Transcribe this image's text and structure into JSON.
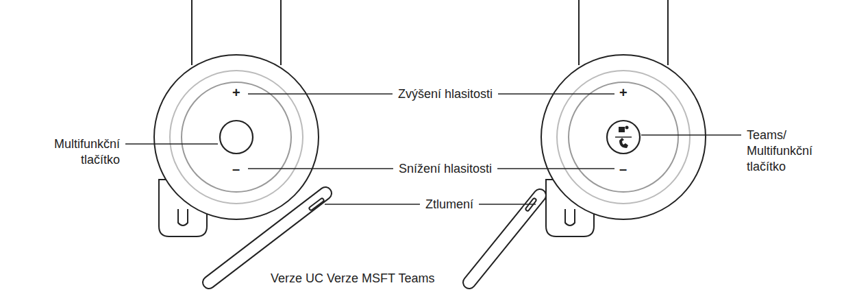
{
  "diagram": {
    "caption": "Verze UC Verze MSFT Teams",
    "labels": [
      "Multifunkční tlačítko",
      "Zvýšení hlasitosti",
      "Snížení hlasitosti",
      "Ztlumení",
      "Teams/ Multifunkční tlačítko",
      "+",
      "–",
      "+",
      "–"
    ]
  }
}
